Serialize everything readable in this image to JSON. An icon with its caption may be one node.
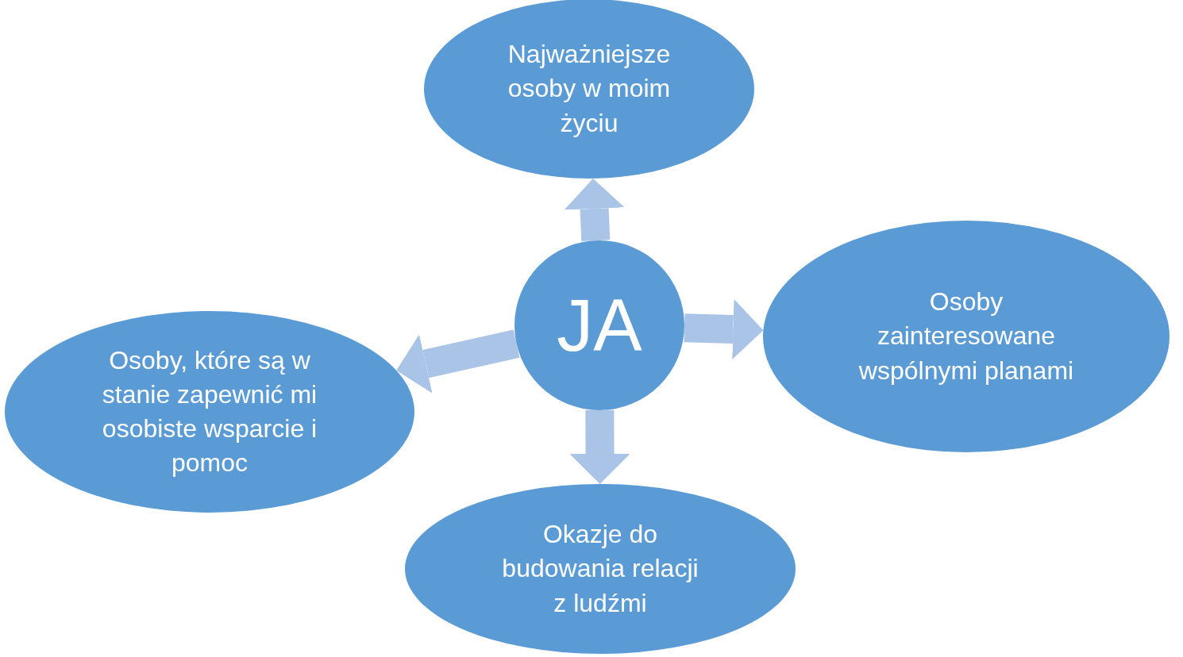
{
  "diagram": {
    "nodes": [
      {
        "text": [
          "Najważniejsze osoby w moim życiu"
        ]
      },
      {
        "text": [
          "JA"
        ]
      },
      {
        "text": [
          "Osoby zainteresowane wspólnymi planami"
        ]
      },
      {
        "text": [
          "Osoby, które są w stanie zapewnić mi osobiste wsparcie i pomoc"
        ]
      },
      {
        "text": [
          "Okazje do budowania relacji z ludźmi"
        ]
      }
    ],
    "edges": [
      {
        "from": 1,
        "to": 0,
        "arrow": "to"
      },
      {
        "from": 1,
        "to": 2,
        "arrow": "to"
      },
      {
        "from": 1,
        "to": 3,
        "arrow": "to"
      },
      {
        "from": 1,
        "to": 4,
        "arrow": "to"
      }
    ]
  }
}
